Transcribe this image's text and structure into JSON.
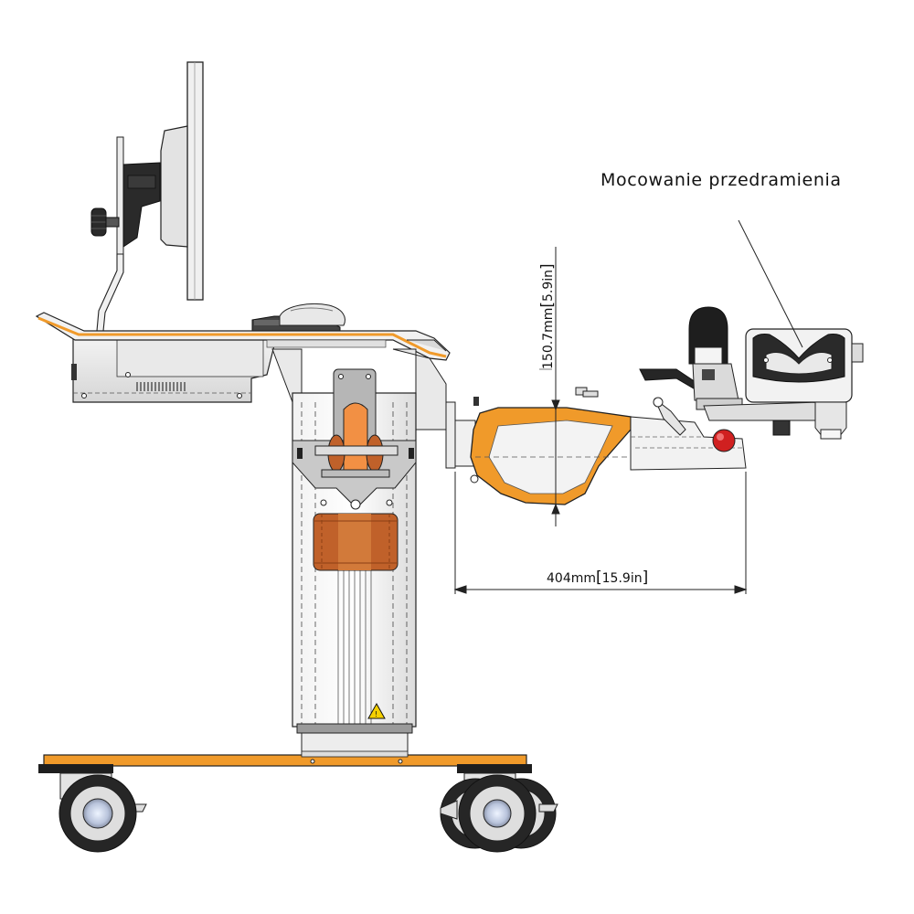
{
  "diagram": {
    "callout_label": "Mocowanie przedramienia",
    "dim_vertical": {
      "value": "150.7mm",
      "alt": "5.9in"
    },
    "dim_horizontal": {
      "value": "404mm",
      "alt": "15.9in"
    }
  },
  "colors": {
    "accent": "#F09A2A",
    "accent_dark": "#C96A14",
    "brown": "#C0612A",
    "steel": "#E8E8E8",
    "line": "#222222",
    "dark": "#1E1E1E",
    "red": "#D02020",
    "warning": "#F5D000"
  }
}
